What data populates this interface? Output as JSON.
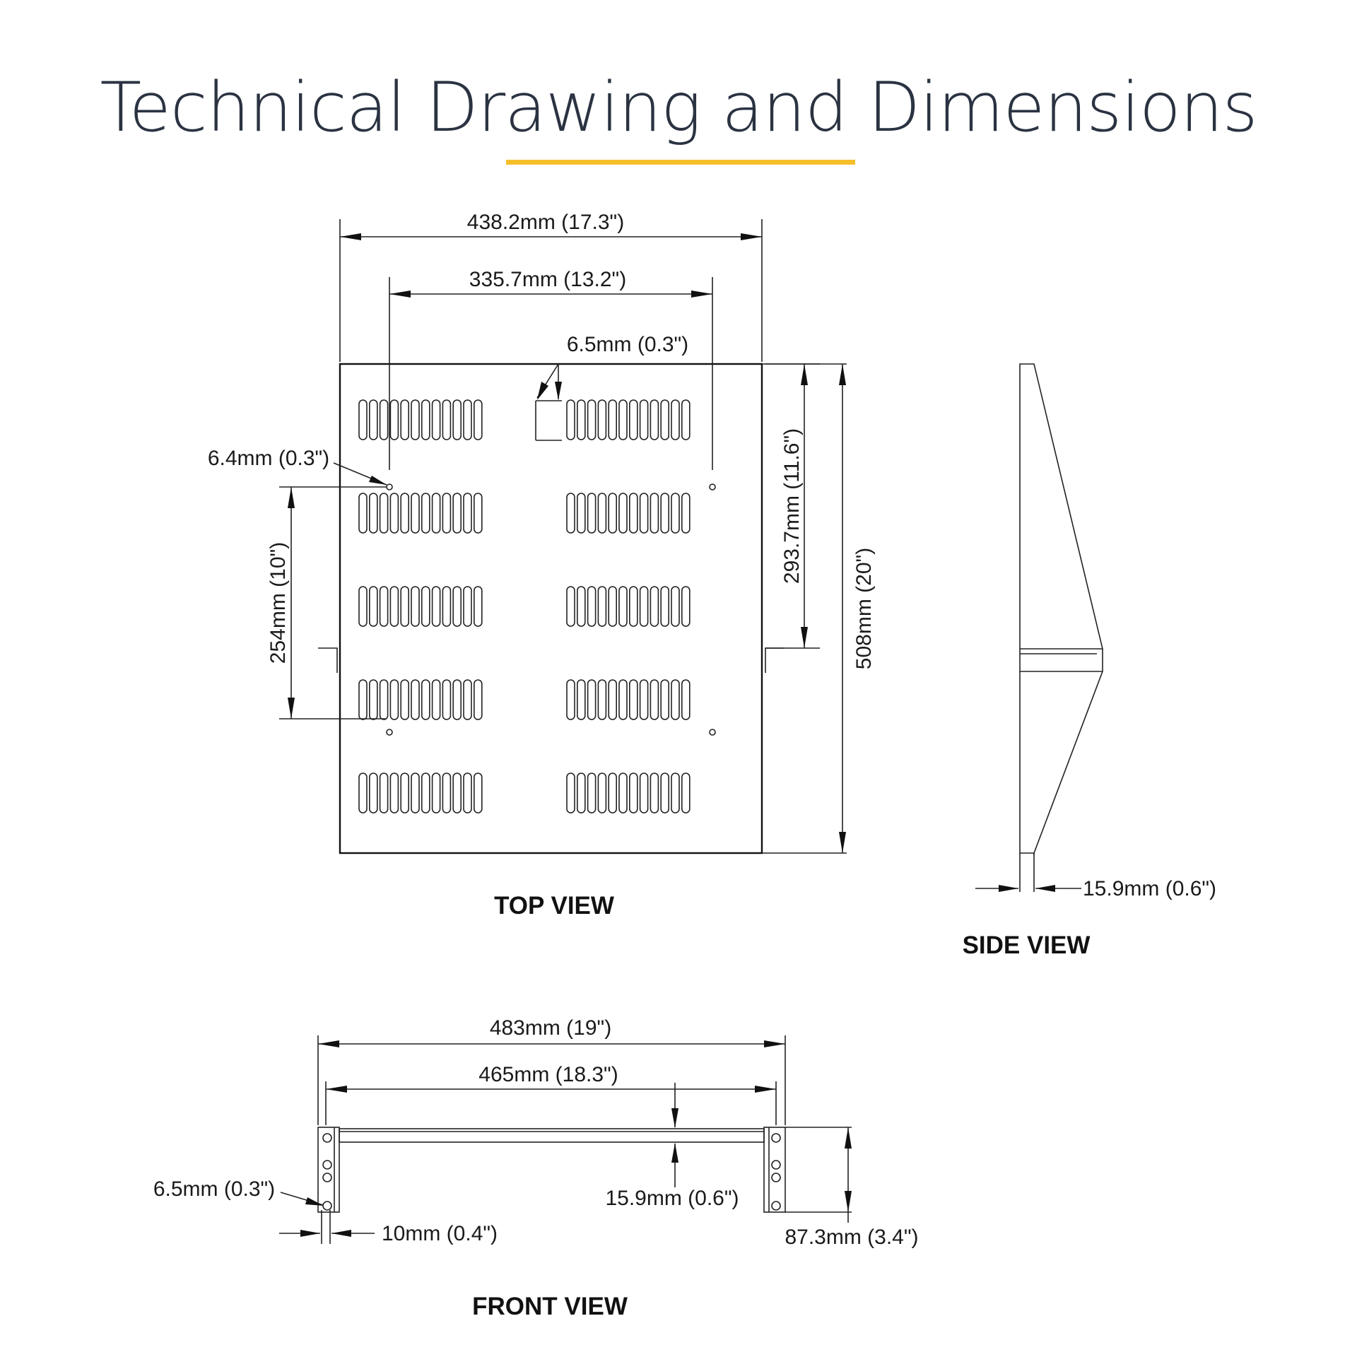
{
  "title": "Technical Drawing and Dimensions",
  "colors": {
    "accent": "#f5bf2c",
    "title_text": "#2b3342",
    "line": "#222222"
  },
  "views": {
    "top": {
      "label": "TOP VIEW",
      "dims": {
        "overall_width": "438.2mm (17.3\")",
        "hole_spacing": "335.7mm (13.2\")",
        "slot_gap": "6.5mm (0.3\")",
        "hole_diameter": "6.4mm (0.3\")",
        "hole_vertical": "254mm (10\")",
        "depth_to_bracket": "293.7mm (11.6\")",
        "overall_depth": "508mm (20\")"
      }
    },
    "side": {
      "label": "SIDE VIEW",
      "dims": {
        "thickness": "15.9mm (0.6\")"
      }
    },
    "front": {
      "label": "FRONT VIEW",
      "dims": {
        "overall_width": "483mm (19\")",
        "inner_width": "465mm (18.3\")",
        "hole_diameter": "6.5mm (0.3\")",
        "ear_width": "10mm (0.4\")",
        "shelf_thickness": "15.9mm (0.6\")",
        "height": "87.3mm (3.4\")"
      }
    }
  }
}
